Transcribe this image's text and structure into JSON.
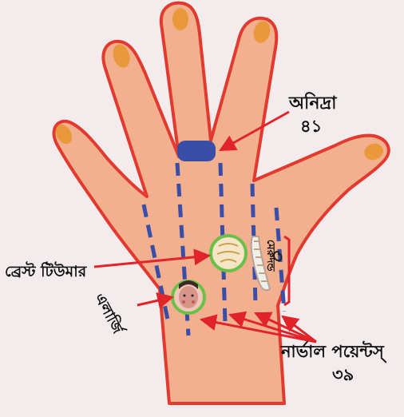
{
  "labels": {
    "insomnia": "অনিদ্রা",
    "insomnia_point": "৪১",
    "breast_tumor": "ব্রেস্ট টিউমার",
    "allergy": "এলার্জি",
    "spine": "মেরুদন্ড",
    "nerve_points": "নার্ভাল পয়েন্টস্",
    "nerve_points_count": "৩৯"
  },
  "colors": {
    "skin": "#f2b08e",
    "outline": "#e23a2e",
    "nail": "#e9993c",
    "channel": "#3a4ea8",
    "arrow": "#e0242a",
    "circle_ring": "#6cc04a",
    "background": "#f4ecec"
  },
  "icons": [
    "face-thumbnail-icon",
    "spine-icon",
    "hand-icon"
  ]
}
